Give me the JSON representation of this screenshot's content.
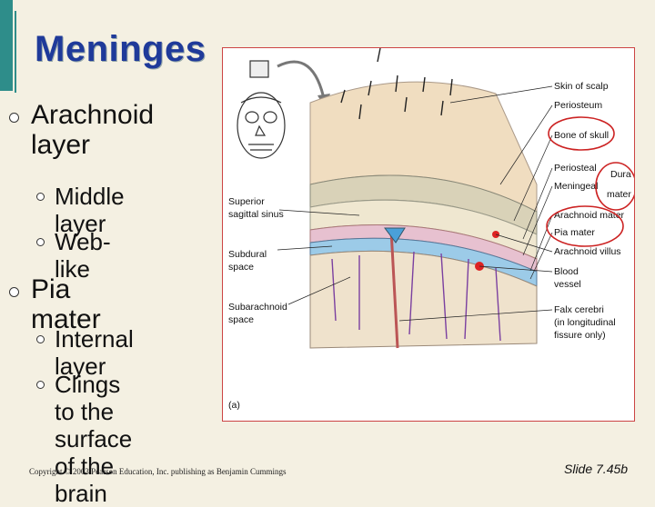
{
  "slide": {
    "title": "Meninges",
    "bullets": [
      {
        "text": "Arachnoid layer",
        "line1": "Arachnoid",
        "line2": "layer",
        "sub": [
          "Middle layer",
          "Web-like"
        ]
      },
      {
        "text": "Pia mater",
        "sub": [
          "Internal layer",
          "Clings to the surface of the brain"
        ],
        "sub_lines": [
          "Clings to the",
          "surface of the",
          "brain"
        ]
      }
    ],
    "footer": "Copyright © 2003 Pearson Education, Inc. publishing as Benjamin Cummings",
    "slide_number": "Slide 7.45b"
  },
  "figure": {
    "panel_label": "(a)",
    "labels_left": {
      "superior_sinus_1": "Superior",
      "superior_sinus_2": "sagittal sinus",
      "subdural_1": "Subdural",
      "subdural_2": "space",
      "subarachnoid_1": "Subarachnoid",
      "subarachnoid_2": "space"
    },
    "labels_right": {
      "skin": "Skin of scalp",
      "periosteum": "Periosteum",
      "bone": "Bone of skull",
      "periosteal": "Periosteal",
      "meningeal": "Meningeal",
      "dura_1": "Dura",
      "dura_2": "mater",
      "arachnoid": "Arachnoid mater",
      "pia": "Pia mater",
      "villus": "Arachnoid villus",
      "blood_1": "Blood",
      "blood_2": "vessel",
      "falx_1": "Falx cerebri",
      "falx_2": "(in longitudinal",
      "falx_3": "fissure only)"
    },
    "colors": {
      "accent": "#2e8d8a",
      "title": "#1f3a9a",
      "highlight": "#cc2222"
    }
  }
}
